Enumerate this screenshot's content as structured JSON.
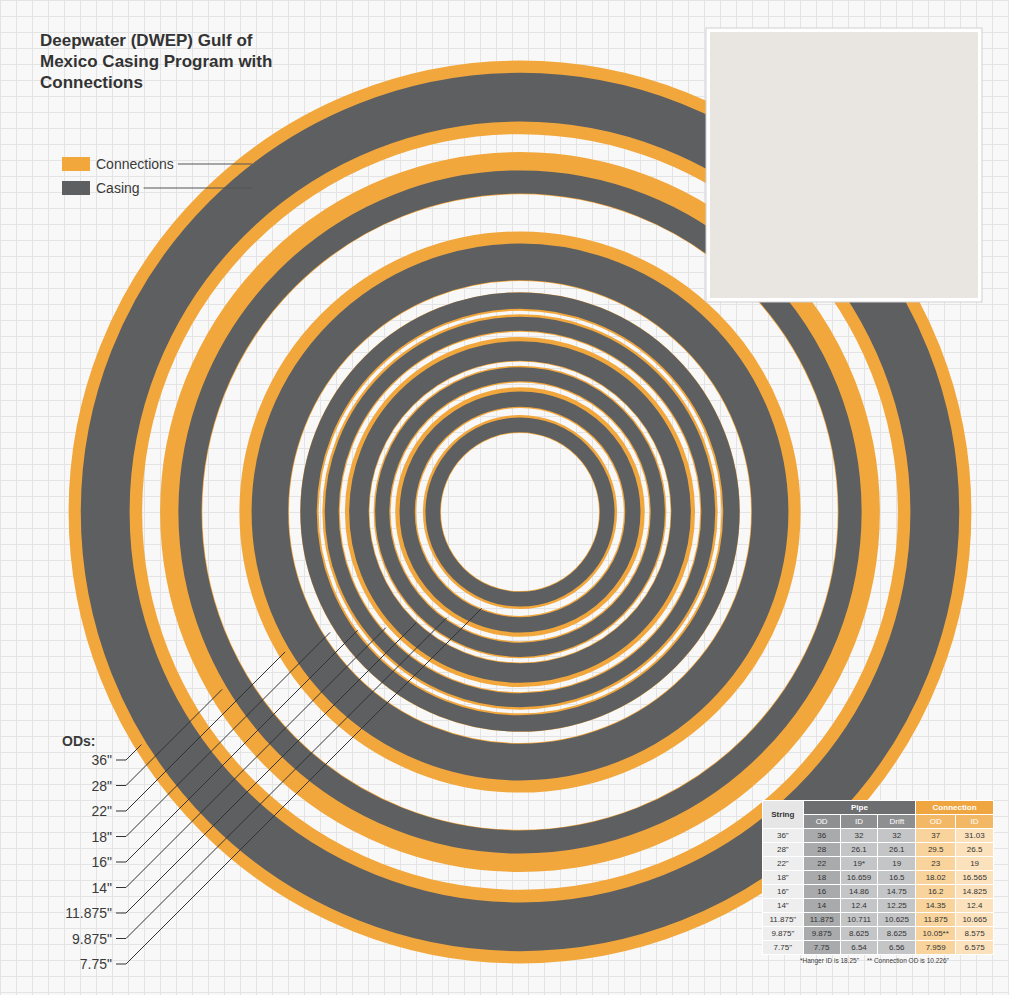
{
  "diagram": {
    "title": "Deepwater (DWEP) Gulf of Mexico Casing Program with Connections",
    "labels": [
      "ODs:",
      "36\"",
      "28\"",
      "22\"",
      "18\"",
      "16\"",
      "14\"",
      "11.875\"",
      "9.875\"",
      "7.75\"",
      "String",
      "Pipe",
      "Connection",
      "OD",
      "ID",
      "Drift",
      "OD",
      "ID",
      "36\"",
      "36",
      "32",
      "32",
      "37",
      "31.03",
      "28\"",
      "28",
      "26.1",
      "26.1",
      "29.5",
      "26.5",
      "22\"",
      "22",
      "19*",
      "19",
      "23",
      "19",
      "18\"",
      "18",
      "16.659",
      "16.5",
      "18.02",
      "16.565",
      "16\"",
      "16",
      "14.86",
      "14.75",
      "16.2",
      "14.825",
      "14\"",
      "14",
      "12.4",
      "12.25",
      "14.35",
      "12.4",
      "11.875\"",
      "11.875",
      "10.711",
      "10.625",
      "11.875",
      "10.665",
      "9.875\"",
      "9.875",
      "8.625",
      "8.625",
      "10.05**",
      "8.575",
      "7.75\"",
      "7.75",
      "6.54",
      "6.56",
      "7.959",
      "6.575",
      "*Hanger ID is 18.25\"",
      "** Connection OD is 10.226\""
    ],
    "legend": [
      {
        "text": "Connections",
        "color": "#f2a73c"
      },
      {
        "text": "Casing",
        "color": "#5e5f61"
      }
    ]
  }
}
